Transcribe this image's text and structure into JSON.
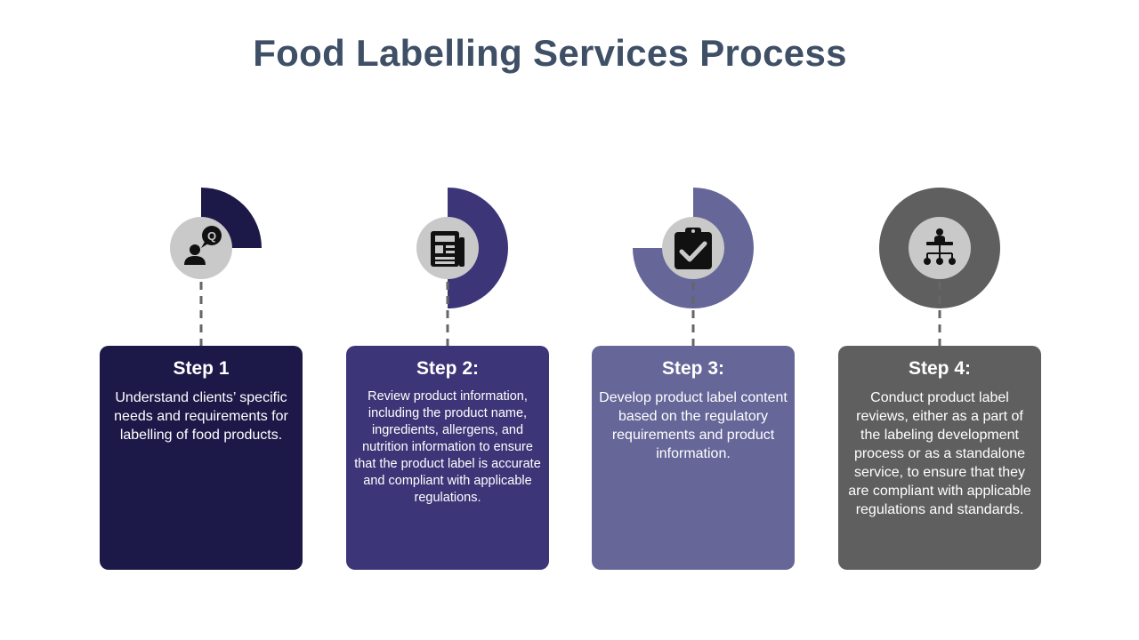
{
  "title": "Food Labelling Services Process",
  "colors": {
    "title": "#3e4f66",
    "step1": "#1c1848",
    "step2": "#3c3577",
    "step3": "#666699",
    "step4": "#5f5f5f",
    "icon_circle": "#c9c9c9",
    "connector": "#666666"
  },
  "steps": [
    {
      "title": "Step 1",
      "body": "Understand clients’ specific needs and requirements for labelling of food products.",
      "icon": "person-chat-icon",
      "progress": 0.25
    },
    {
      "title": "Step 2:",
      "body": "Review product information, including the product name, ingredients, allergens, and nutrition information to ensure that the product label is accurate and compliant with applicable regulations.",
      "icon": "newspaper-icon",
      "progress": 0.5
    },
    {
      "title": "Step 3:",
      "body": "Develop product label content based on the regulatory requirements and product information.",
      "icon": "clipboard-check-icon",
      "progress": 0.75
    },
    {
      "title": "Step 4:",
      "body": "Conduct product label reviews, either as a part of the labeling development process or as a standalone service, to ensure that they are compliant with applicable regulations and standards.",
      "icon": "hierarchy-icon",
      "progress": 1.0
    }
  ]
}
